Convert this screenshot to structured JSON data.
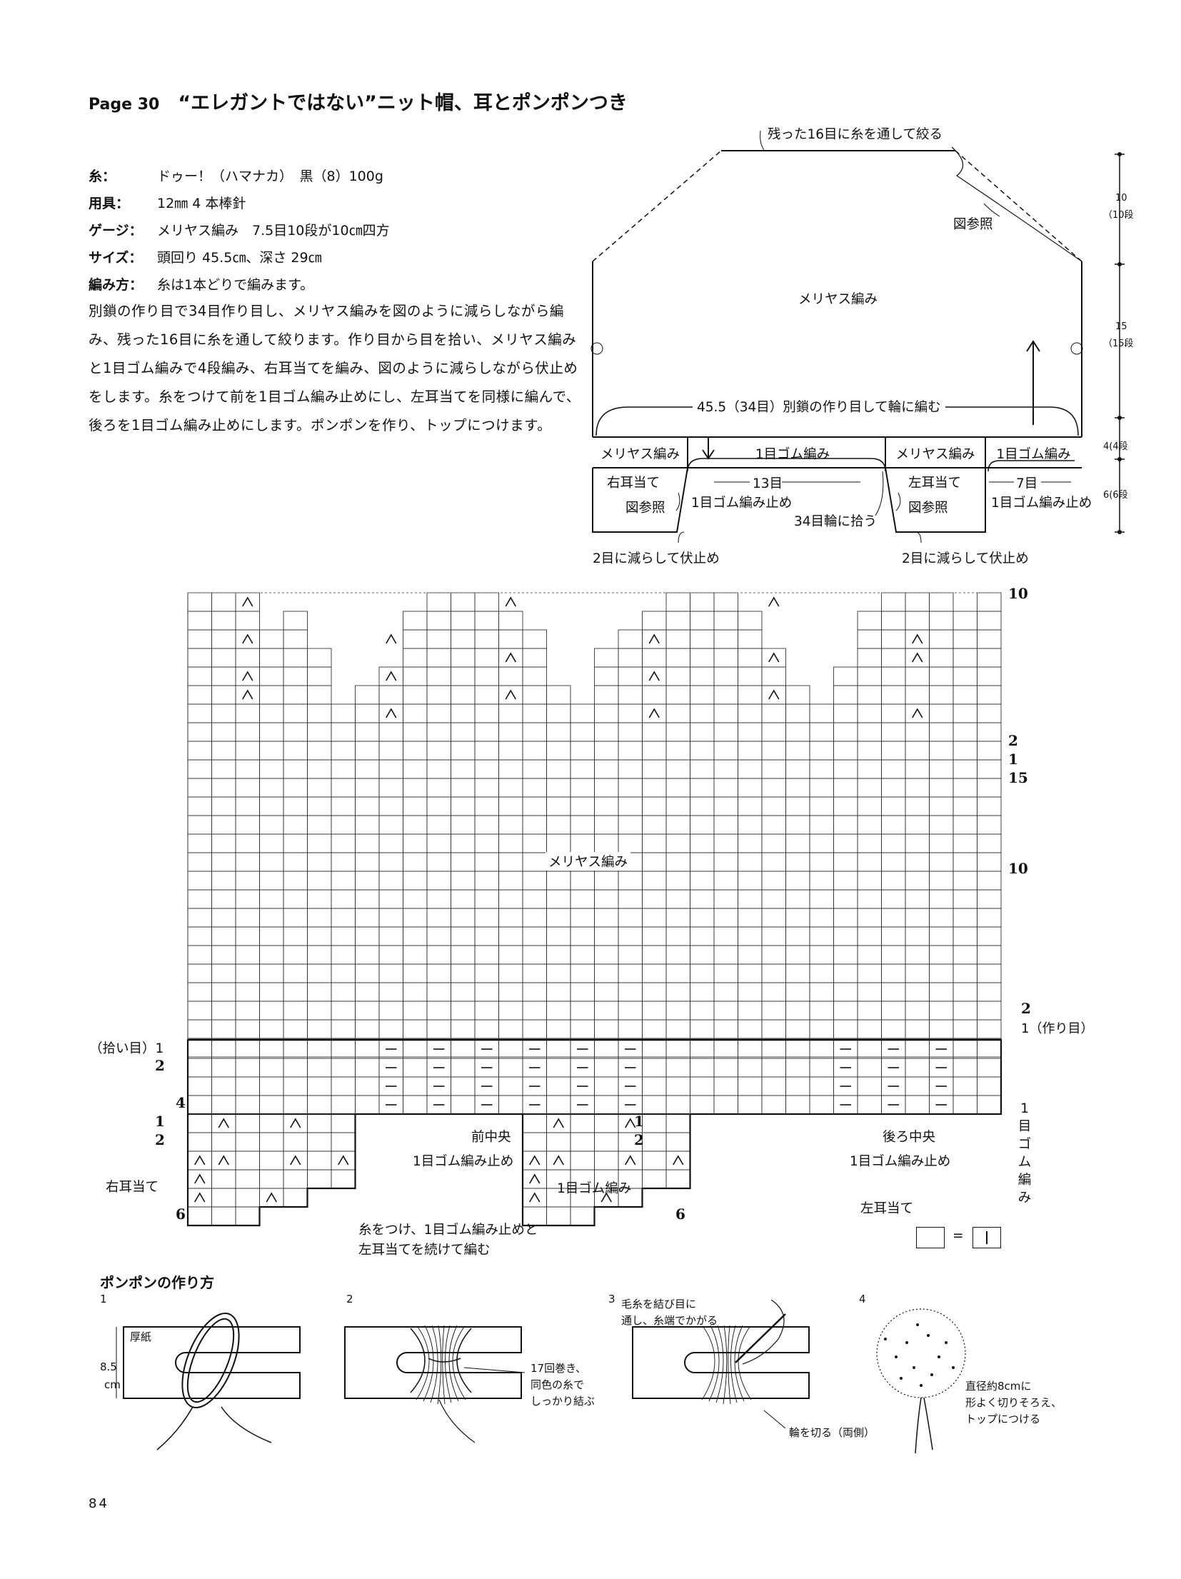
{
  "header": {
    "page_label": "Page 30",
    "title": "“エレガントではない”ニット帽、耳とポンポンつき"
  },
  "specs": [
    {
      "label": "糸：",
      "value": "ドゥー！（ハマナカ）　黒（8）100g"
    },
    {
      "label": "用具：",
      "value": "12㎜ 4 本棒針"
    },
    {
      "label": "ゲージ：",
      "value": "メリヤス編み　7.5目10段が10㎝四方"
    },
    {
      "label": "サイズ：",
      "value": "頭回り 45.5㎝、深さ 29㎝"
    },
    {
      "label": "編み方：",
      "value": "糸は1本どりで編みます。"
    }
  ],
  "instructions": "別鎖の作り目で34目作り目し、メリヤス編みを図のように減らしながら編み、残った16目に糸を通して絞ります。作り目から目を拾い、メリヤス編みと1目ゴム編みで4段編み、右耳当てを編み、図のように減らしながら伏止めをします。糸をつけて前を1目ゴム編み止めにし、左耳当てを同様に編んで、後ろを1目ゴム編み止めにします。ポンポンを作り、トップにつけます。",
  "schematic": {
    "top_note": "残った16目に糸を通して絞る",
    "see_fig": "図参照",
    "stockinette": "メリヤス編み",
    "cast_on": "45.5（34目）別鎖の作り目して輪に編む",
    "band_1": "メリヤス編み",
    "band_2": "1目ゴム編み",
    "band_3": "メリヤス編み",
    "band_4": "1目ゴム編み",
    "right_ear": "右耳当て",
    "left_ear": "左耳当て",
    "see_fig_right": "図参照",
    "see_fig_left": "図参照",
    "front_count": "13目",
    "front_bindoff": "1目ゴム編み止め",
    "back_count": "7目",
    "back_bindoff": "1目ゴム編み止め",
    "pickup": "34目輪に拾う",
    "dec_right": "2目に減らして伏止め",
    "dec_left": "2目に減らして伏止め",
    "dim1_a": "10",
    "dim1_b": "（10段",
    "dim2_a": "15",
    "dim2_b": "（15段",
    "dim3": "4(4段",
    "dim4": "6(6段"
  },
  "chart": {
    "rows_right": {
      "r10": "10",
      "r2": "2",
      "r1": "1",
      "r15": "15",
      "r10b": "10",
      "r2b": "2",
      "r1b": "1（作り目）"
    },
    "stockinette_label": "メリヤス編み",
    "pickup_label": "（拾い目）1",
    "row2_left": "2",
    "row4_left": "4",
    "row1_ear_r": "1",
    "row2_ear_r": "2",
    "row6_ear_r": "6",
    "row1_ear_l": "1",
    "row2_ear_l": "2",
    "row6_ear_l": "6",
    "front_center": "前中央",
    "back_center": "後ろ中央",
    "bindoff_front": "1目ゴム編み止め",
    "bindoff_back": "1目ゴム編み止め",
    "rib_label": "1目ゴム編み",
    "rib_vertical": "1目ゴム編み",
    "right_ear": "右耳当て",
    "left_ear": "左耳当て",
    "attach_note_1": "糸をつけ、1目ゴム編み止めと",
    "attach_note_2": "左耳当てを続けて編む",
    "legend_eq": "="
  },
  "pompom": {
    "heading": "ポンポンの作り方",
    "step1_num": "1",
    "step2_num": "2",
    "step3_num": "3",
    "step4_num": "4",
    "cardboard": "厚紙",
    "height_value": "8.5",
    "height_unit": "cm",
    "wrap_note_1": "17回巻き、",
    "wrap_note_2": "同色の糸で",
    "wrap_note_3": "しっかり結ぶ",
    "step3_note_1": "毛糸を結び目に",
    "step3_note_2": "通し、糸端でかがる",
    "cut_note": "輪を切る（両側）",
    "finish_1": "直径約8cmに",
    "finish_2": "形よく切りそろえ、",
    "finish_3": "トップにつける"
  },
  "footer": {
    "page_number": "84"
  }
}
